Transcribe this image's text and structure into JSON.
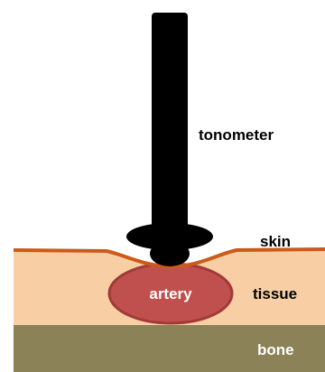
{
  "diagram": {
    "labels": {
      "tonometer": "tonometer",
      "skin": "skin",
      "artery": "artery",
      "tissue": "tissue",
      "bone": "bone"
    },
    "colors": {
      "background": "#ffffff",
      "tonometer": "#000000",
      "skin_line": "#cc5a1a",
      "tissue": "#f8cfa4",
      "artery_fill": "#c0504d",
      "artery_stroke": "#a03a38",
      "bone": "#8b8257",
      "label_dark": "#000000",
      "label_light": "#ffffff"
    },
    "icons": {
      "tonometer": "pressure-probe",
      "artery": "blood-vessel-ellipse"
    }
  }
}
